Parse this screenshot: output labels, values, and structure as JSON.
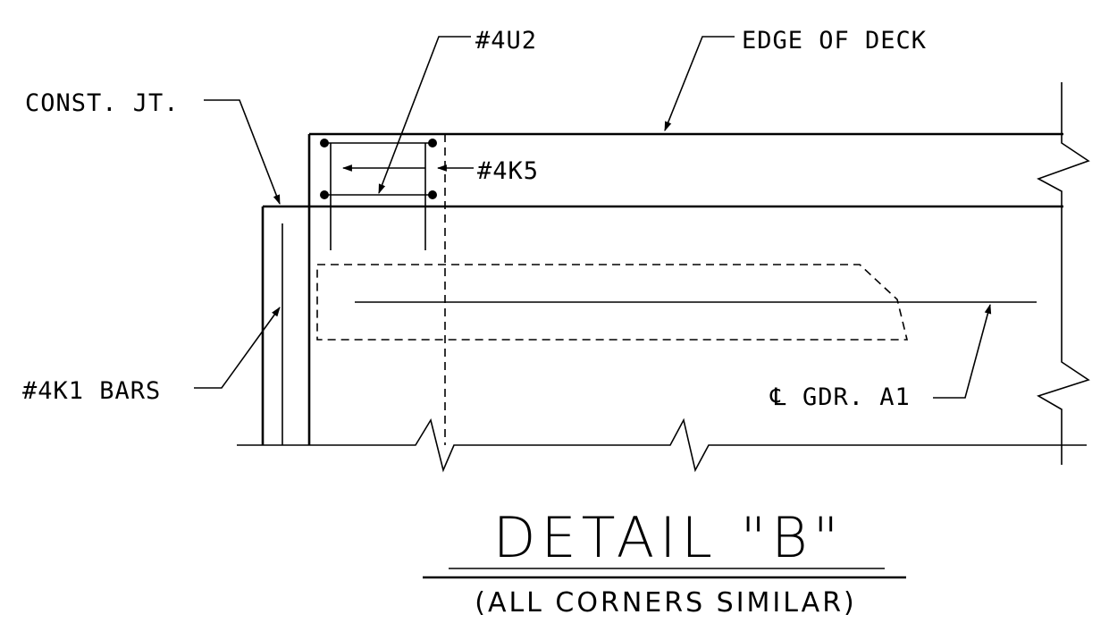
{
  "labels": {
    "edge_of_deck": "EDGE OF DECK",
    "const_jt": "CONST. JT.",
    "bar_4u2": "#4U2",
    "bar_4k5": "#4K5",
    "bar_4k1": "#4K1 BARS",
    "gdr_a1": "GDR. A1",
    "centerline_symbol": "℄"
  },
  "title": {
    "main": "DETAIL \"B\"",
    "sub": "(ALL CORNERS SIMILAR)"
  }
}
